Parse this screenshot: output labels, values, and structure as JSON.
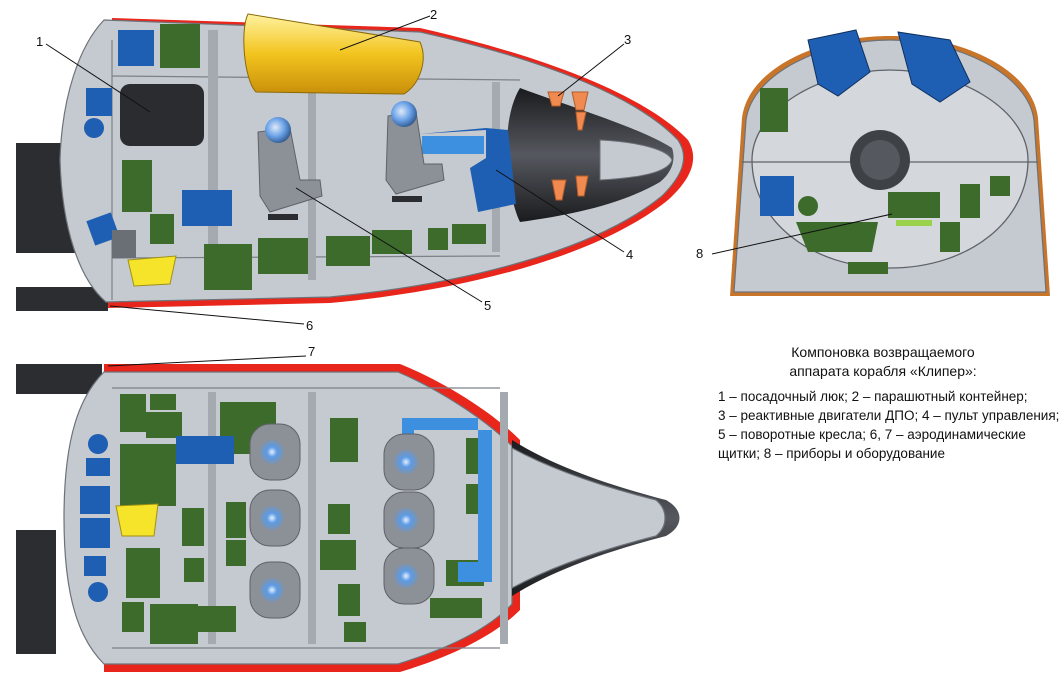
{
  "callouts": {
    "c1": "1",
    "c2": "2",
    "c3": "3",
    "c4": "4",
    "c5": "5",
    "c6": "6",
    "c7": "7",
    "c8": "8"
  },
  "caption": {
    "title_line1": "Компоновка возвращаемого",
    "title_line2": "аппарата корабля «Клипер»:",
    "legend_line1": "1 – посадочный люк; 2 – парашютный контейнер;",
    "legend_line2": "3 – реактивные двигатели ДПО; 4 – пульт управления;",
    "legend_line3": "5 – поворотные кресла; 6, 7 – аэродинамические",
    "legend_line4": "щитки; 8 – приборы и оборудование"
  },
  "colors": {
    "hull": "#c8cdd2",
    "hull_dark": "#8a8f95",
    "heat_shield": "#e8261c",
    "equipment_green": "#3c6b2c",
    "panel_blue": "#1f5fb3",
    "light_blue": "#3d8fe0",
    "parachute_yellow": "#f0c020",
    "thruster_orange": "#f08a50",
    "dark_block": "#2a2c30"
  }
}
